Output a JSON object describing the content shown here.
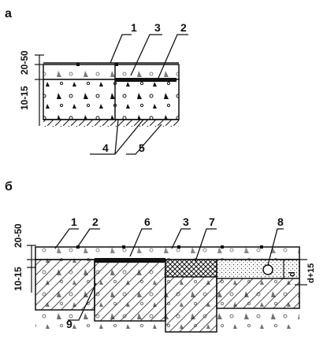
{
  "figure_a": {
    "panel_label": "а",
    "dim_top": "20-50",
    "dim_bottom": "10-15",
    "callouts": [
      "1",
      "3",
      "2",
      "4",
      "5"
    ]
  },
  "figure_b": {
    "panel_label": "б",
    "dim_top": "20-50",
    "dim_bottom": "10-15",
    "callouts": [
      "1",
      "2",
      "6",
      "3",
      "7",
      "8",
      "9"
    ],
    "dim_d": "d",
    "dim_d15": "d+15"
  }
}
